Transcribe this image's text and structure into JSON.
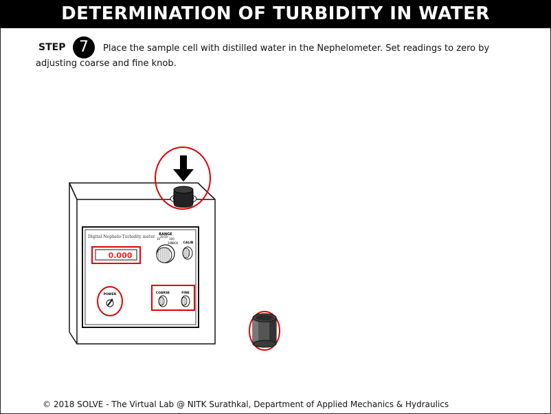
{
  "header": {
    "title": "DETERMINATION OF TURBIDITY IN WATER"
  },
  "step": {
    "label": "STEP",
    "number": "7",
    "instruction_line1": "Place the sample cell with distilled water in the Nephelometer. Set readings to zero by",
    "instruction_line2": "adjusting coarse and fine knob."
  },
  "instrument": {
    "panel_title": "Digital Nephelo-Turbidity meter",
    "display_value": "0.000",
    "range_label": "RANGE",
    "range_ticks": [
      "10",
      "20",
      "50",
      "100",
      "200",
      "1000"
    ],
    "calib_label": "CALIB",
    "power_label": "POWER",
    "coarse_label": "COARSE",
    "fine_label": "FINE"
  },
  "colors": {
    "highlight": "#e00000",
    "display_text": "#ff2020",
    "title_bg": "#000000"
  },
  "icons": {
    "arrow": "down-arrow-icon"
  },
  "footer": {
    "text": "© 2018 SOLVE - The Virtual Lab @ NITK Surathkal, Department of Applied Mechanics & Hydraulics"
  }
}
